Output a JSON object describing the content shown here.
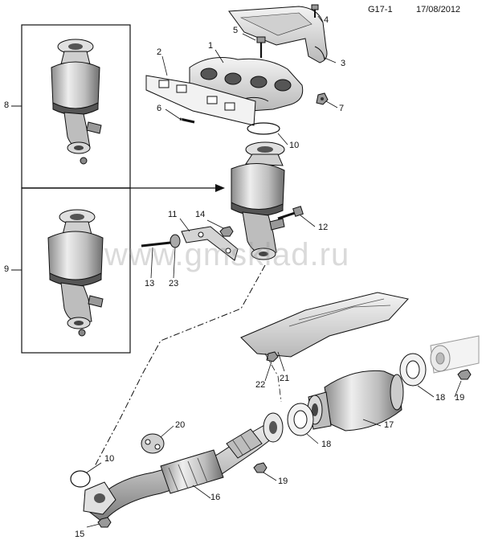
{
  "header": {
    "code": "G17-1",
    "date": "17/08/2012"
  },
  "watermark": "www.gmsklad.ru",
  "callouts": [
    {
      "id": "c1",
      "label": "1"
    },
    {
      "id": "c2",
      "label": "2"
    },
    {
      "id": "c3",
      "label": "3"
    },
    {
      "id": "c4",
      "label": "4"
    },
    {
      "id": "c5",
      "label": "5"
    },
    {
      "id": "c6",
      "label": "6"
    },
    {
      "id": "c7",
      "label": "7"
    },
    {
      "id": "c8",
      "label": "8"
    },
    {
      "id": "c9",
      "label": "9"
    },
    {
      "id": "c10a",
      "label": "10"
    },
    {
      "id": "c10b",
      "label": "10"
    },
    {
      "id": "c11",
      "label": "11"
    },
    {
      "id": "c12",
      "label": "12"
    },
    {
      "id": "c13",
      "label": "13"
    },
    {
      "id": "c14",
      "label": "14"
    },
    {
      "id": "c15",
      "label": "15"
    },
    {
      "id": "c16",
      "label": "16"
    },
    {
      "id": "c17",
      "label": "17"
    },
    {
      "id": "c18a",
      "label": "18"
    },
    {
      "id": "c18b",
      "label": "18"
    },
    {
      "id": "c19a",
      "label": "19"
    },
    {
      "id": "c19b",
      "label": "19"
    },
    {
      "id": "c20",
      "label": "20"
    },
    {
      "id": "c21",
      "label": "21"
    },
    {
      "id": "c22",
      "label": "22"
    },
    {
      "id": "c23",
      "label": "23"
    }
  ],
  "colors": {
    "line": "#111111",
    "fill_light": "#e6e6e6",
    "fill_mid": "#bdbdbd",
    "fill_dark": "#6e6e6e",
    "background": "#ffffff"
  }
}
